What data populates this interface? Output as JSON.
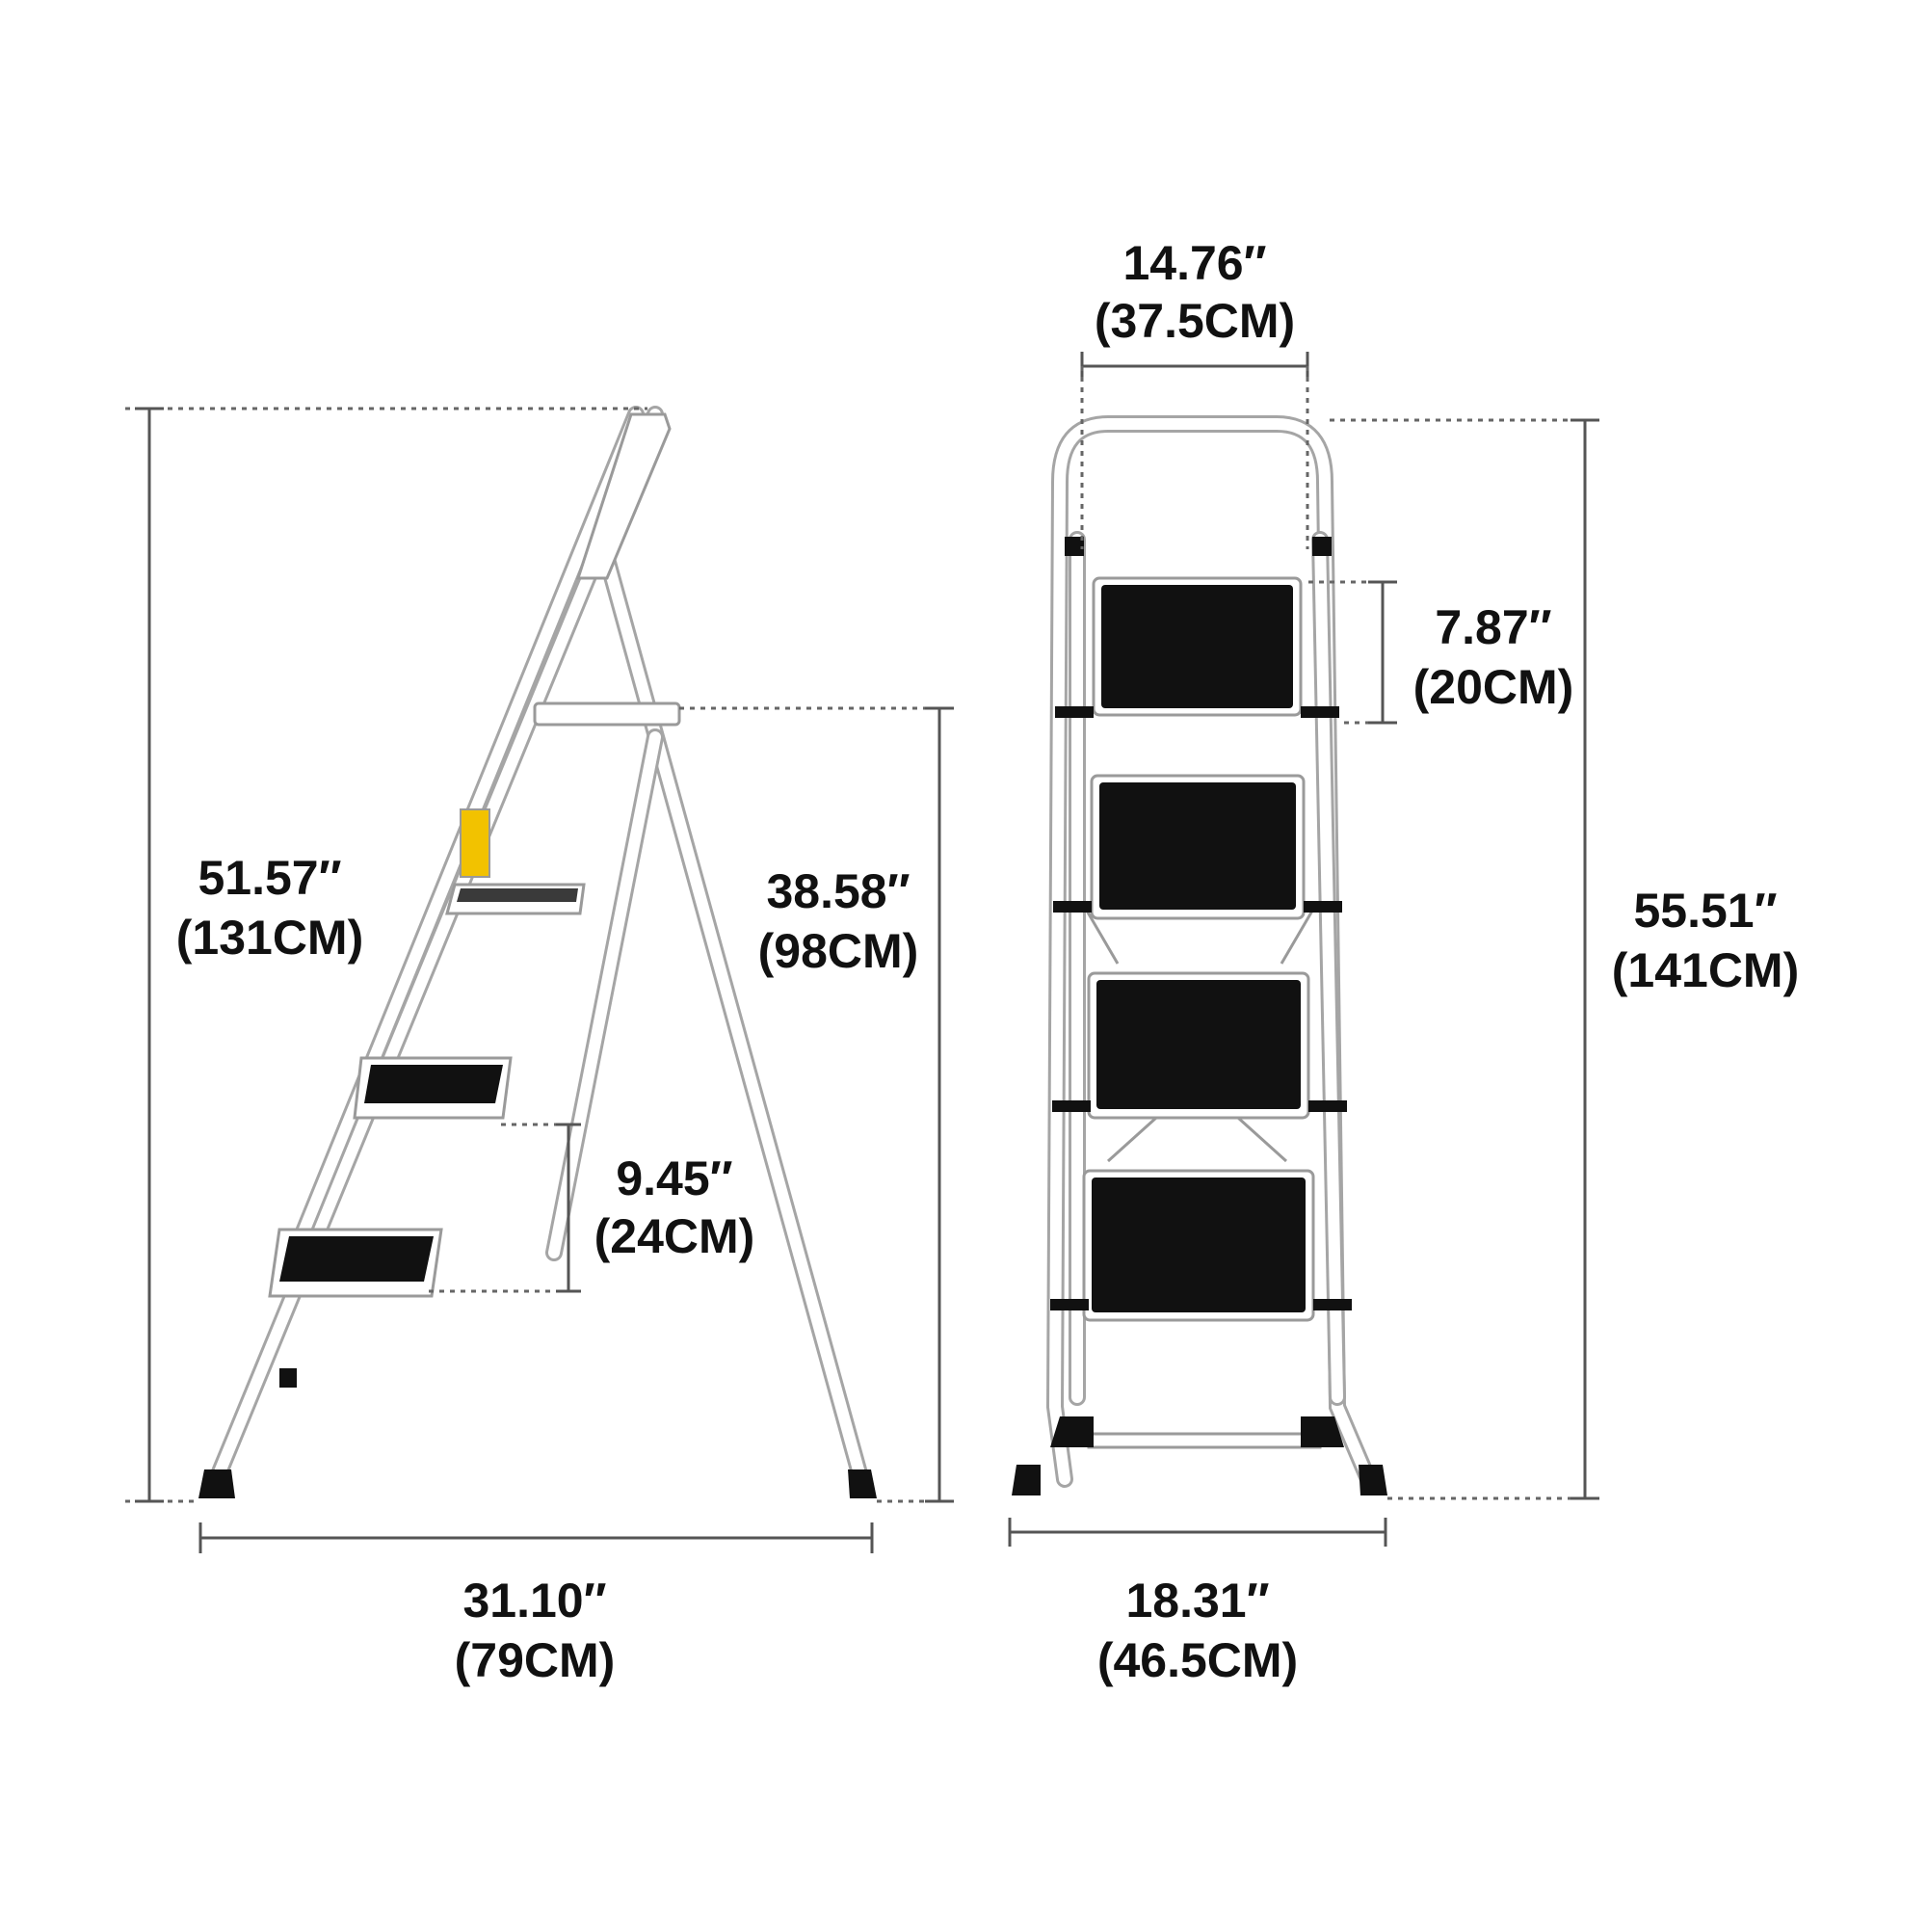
{
  "diagram": {
    "side_view": {
      "total_height": {
        "imperial": "51.57″",
        "metric": "(131CM)"
      },
      "platform_height": {
        "imperial": "38.58″",
        "metric": "(98CM)"
      },
      "step_spacing": {
        "imperial": "9.45″",
        "metric": "(24CM)"
      },
      "base_depth": {
        "imperial": "31.10″",
        "metric": "(79CM)"
      }
    },
    "front_view": {
      "top_width": {
        "imperial": "14.76″",
        "metric": "(37.5CM)"
      },
      "step_depth": {
        "imperial": "7.87″",
        "metric": "(20CM)"
      },
      "total_height": {
        "imperial": "55.51″",
        "metric": "(141CM)"
      },
      "base_width": {
        "imperial": "18.31″",
        "metric": "(46.5CM)"
      }
    }
  },
  "colors": {
    "pad": "#111111",
    "frame": "#ffffff",
    "frame_outline": "#9a9a9a",
    "warning_label": "#f2c200",
    "text": "#111111"
  }
}
